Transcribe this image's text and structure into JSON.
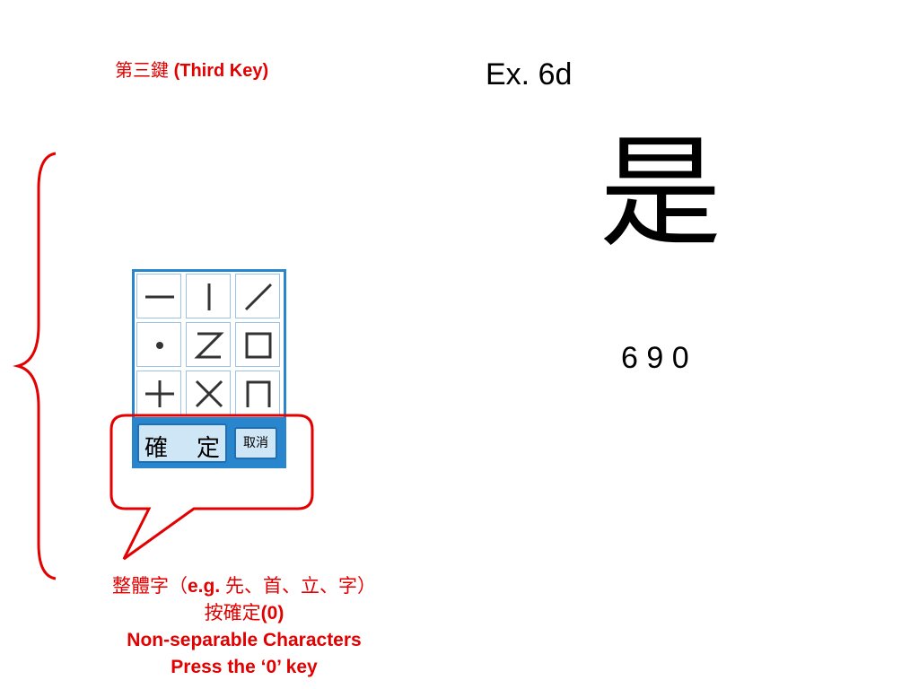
{
  "header": {
    "third_key_cjk": "第三鍵",
    "third_key_latin": "(Third Key)"
  },
  "example": {
    "title": "Ex. 6d",
    "character": "是",
    "code_sequence": "6 9 0"
  },
  "keypad": {
    "stroke_keys": [
      {
        "icon": "horizontal-stroke-icon"
      },
      {
        "icon": "vertical-stroke-icon"
      },
      {
        "icon": "slash-stroke-icon"
      },
      {
        "icon": "dot-stroke-icon"
      },
      {
        "icon": "z-stroke-icon"
      },
      {
        "icon": "square-stroke-icon"
      },
      {
        "icon": "cross-stroke-icon"
      },
      {
        "icon": "x-stroke-icon"
      },
      {
        "icon": "frame-stroke-icon"
      }
    ],
    "confirm_char_1": "確",
    "confirm_char_2": "定",
    "cancel_label": "取消"
  },
  "caption": {
    "line1_a": "整體字（",
    "line1_eg": "e.g. ",
    "line1_b": "先、首、立、字）",
    "line2_a": "按確定",
    "line2_b": "(0)",
    "line3": "Non-separable Characters",
    "line4": "Press the ‘0’ key"
  },
  "colors": {
    "annotation_red": "#e30000",
    "keypad_blue": "#2a86cc"
  }
}
